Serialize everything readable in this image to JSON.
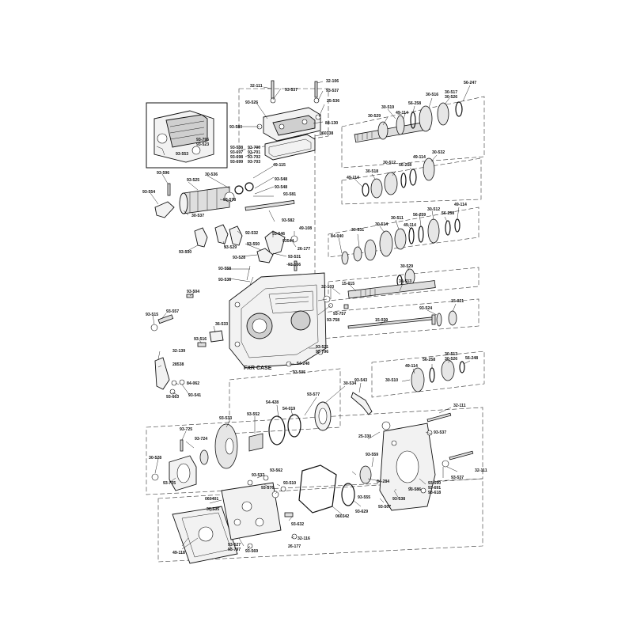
{
  "labels": [
    {
      "t": "32-111"
    },
    {
      "t": "93-537"
    },
    {
      "t": "32-106"
    },
    {
      "t": "93-537"
    },
    {
      "t": "93-526"
    },
    {
      "t": "25-536"
    },
    {
      "t": "84-130"
    },
    {
      "t": "93-580"
    },
    {
      "t": "060338"
    },
    {
      "t": "93-795"
    },
    {
      "t": "93-523"
    },
    {
      "t": "93-553"
    },
    {
      "t": "93-538"
    },
    {
      "t": "93-697"
    },
    {
      "t": "93-698"
    },
    {
      "t": "93-699"
    },
    {
      "t": "93-700"
    },
    {
      "t": "93-701"
    },
    {
      "t": "93-702"
    },
    {
      "t": "93-703"
    },
    {
      "t": "49-115"
    },
    {
      "t": "93-548"
    },
    {
      "t": "93-548"
    },
    {
      "t": "93-581"
    },
    {
      "t": "93-596"
    },
    {
      "t": "93-525"
    },
    {
      "t": "30-536"
    },
    {
      "t": "93-554"
    },
    {
      "t": "93-578"
    },
    {
      "t": "30-537"
    },
    {
      "t": "93-582"
    },
    {
      "t": "93-530"
    },
    {
      "t": "93-529"
    },
    {
      "t": "92-532"
    },
    {
      "t": "93-546"
    },
    {
      "t": "93544"
    },
    {
      "t": "49-108"
    },
    {
      "t": "93-550"
    },
    {
      "t": "26-177"
    },
    {
      "t": "93-531"
    },
    {
      "t": "93-528"
    },
    {
      "t": "93-556"
    },
    {
      "t": "93-558"
    },
    {
      "t": "93-536"
    },
    {
      "t": "93-504"
    },
    {
      "t": "93-515"
    },
    {
      "t": "93-557"
    },
    {
      "t": "36-533"
    },
    {
      "t": "93-516"
    },
    {
      "t": "32-139"
    },
    {
      "t": "28538"
    },
    {
      "t": "84-062"
    },
    {
      "t": "93-663"
    },
    {
      "t": "93-541"
    },
    {
      "t": "FXR CASE"
    },
    {
      "t": "93-521"
    },
    {
      "t": "93-796"
    },
    {
      "t": "54-248"
    },
    {
      "t": "93-505"
    },
    {
      "t": "93-757"
    },
    {
      "t": "93-758"
    },
    {
      "t": "32-103"
    },
    {
      "t": "30-529"
    },
    {
      "t": "30-519"
    },
    {
      "t": "49-114"
    },
    {
      "t": "56-258"
    },
    {
      "t": "30-516"
    },
    {
      "t": "30-517"
    },
    {
      "t": "30-526"
    },
    {
      "t": "56-247"
    },
    {
      "t": "30-512"
    },
    {
      "t": "56-258"
    },
    {
      "t": "49-114"
    },
    {
      "t": "30-532"
    },
    {
      "t": "30-518"
    },
    {
      "t": "49-114"
    },
    {
      "t": "30-531"
    },
    {
      "t": "84-040"
    },
    {
      "t": "30-514"
    },
    {
      "t": "30-511"
    },
    {
      "t": "56-259"
    },
    {
      "t": "30-512"
    },
    {
      "t": "56-258"
    },
    {
      "t": "49-114"
    },
    {
      "t": "49-114"
    },
    {
      "t": "30-529"
    },
    {
      "t": "15-015"
    },
    {
      "t": "30-513"
    },
    {
      "t": "93-524"
    },
    {
      "t": "15-021"
    },
    {
      "t": "15-020"
    },
    {
      "t": "56-258"
    },
    {
      "t": "30-513"
    },
    {
      "t": "30-526"
    },
    {
      "t": "56-248"
    },
    {
      "t": "49-114"
    },
    {
      "t": "30-510"
    },
    {
      "t": "93-543"
    },
    {
      "t": "30-534"
    },
    {
      "t": "93-577"
    },
    {
      "t": "54-428"
    },
    {
      "t": "54-019"
    },
    {
      "t": "93-533"
    },
    {
      "t": "93-552"
    },
    {
      "t": "32-111"
    },
    {
      "t": "93-537"
    },
    {
      "t": "93-725"
    },
    {
      "t": "93-724"
    },
    {
      "t": "25-330"
    },
    {
      "t": "93-559"
    },
    {
      "t": "32-111"
    },
    {
      "t": "93-537"
    },
    {
      "t": "30-528"
    },
    {
      "t": "93-735"
    },
    {
      "t": "93-537"
    },
    {
      "t": "93-562"
    },
    {
      "t": "93-576"
    },
    {
      "t": "93-510"
    },
    {
      "t": "93-555"
    },
    {
      "t": "84-284"
    },
    {
      "t": "93-586"
    },
    {
      "t": "93-690"
    },
    {
      "t": "93-691"
    },
    {
      "t": "93-618"
    },
    {
      "t": "060401"
    },
    {
      "t": "30-535"
    },
    {
      "t": "060342"
    },
    {
      "t": "93-629"
    },
    {
      "t": "93-507"
    },
    {
      "t": "93-538"
    },
    {
      "t": "93-632"
    },
    {
      "t": "32-116"
    },
    {
      "t": "93-527"
    },
    {
      "t": "93-797"
    },
    {
      "t": "93-569"
    },
    {
      "t": "26-177"
    },
    {
      "t": "49-118"
    }
  ]
}
